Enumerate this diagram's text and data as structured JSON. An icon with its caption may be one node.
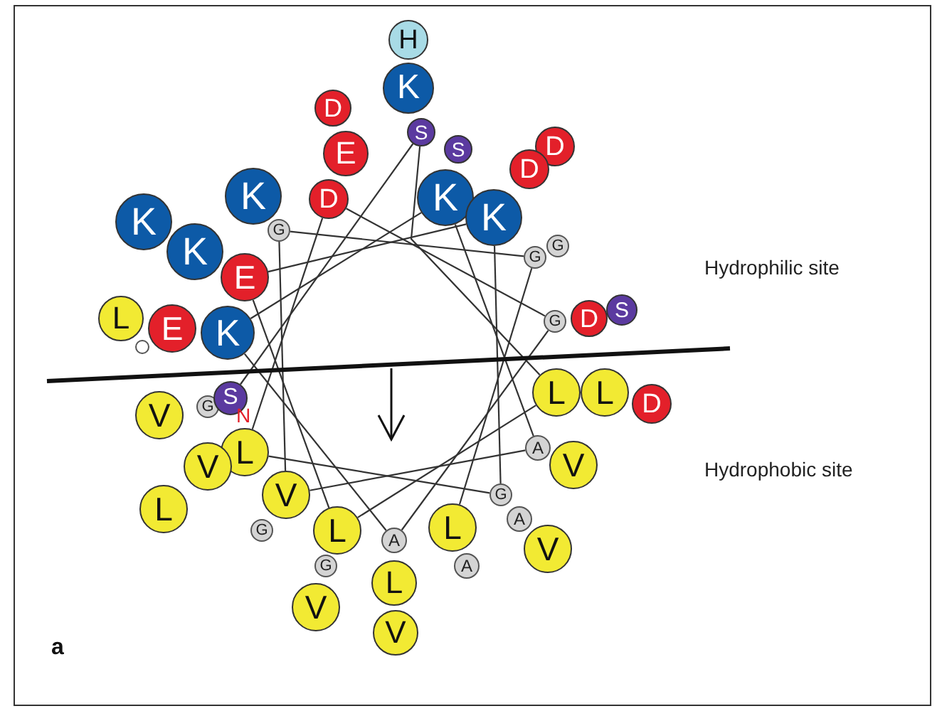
{
  "diagram": {
    "nodes": [
      {
        "text": [
          "H"
        ]
      },
      {
        "text": [
          "K"
        ]
      },
      {
        "text": [
          "S"
        ]
      },
      {
        "text": [
          "D"
        ]
      },
      {
        "text": [
          "E"
        ]
      },
      {
        "text": [
          "D"
        ]
      },
      {
        "text": [
          "K"
        ]
      },
      {
        "text": [
          "G"
        ]
      },
      {
        "text": [
          "K"
        ]
      },
      {
        "text": [
          "K"
        ]
      },
      {
        "text": [
          "E"
        ]
      },
      {
        "text": [
          "L"
        ]
      },
      {
        "text": [],
        "shape": "circle"
      },
      {
        "text": [
          "E"
        ]
      },
      {
        "text": [
          "K"
        ]
      },
      {
        "text": [
          "S"
        ]
      },
      {
        "text": [
          "K"
        ]
      },
      {
        "text": [
          "D"
        ]
      },
      {
        "text": [
          "D"
        ]
      },
      {
        "text": [
          "K"
        ]
      },
      {
        "text": [
          "G"
        ]
      },
      {
        "text": [
          "G"
        ]
      },
      {
        "text": [
          "G"
        ]
      },
      {
        "text": [
          "D"
        ]
      },
      {
        "text": [
          "S"
        ]
      },
      {
        "text": [
          "V"
        ]
      },
      {
        "text": [
          "G"
        ]
      },
      {
        "text": [
          "S"
        ]
      },
      {
        "text": [
          "L"
        ]
      },
      {
        "text": [
          "V"
        ]
      },
      {
        "text": [
          "L"
        ]
      },
      {
        "text": [
          "V"
        ]
      },
      {
        "text": [
          "G"
        ]
      },
      {
        "text": [
          "L"
        ]
      },
      {
        "text": [
          "G"
        ]
      },
      {
        "text": [
          "V"
        ]
      },
      {
        "text": [
          "A"
        ]
      },
      {
        "text": [
          "L"
        ]
      },
      {
        "text": [
          "V"
        ]
      },
      {
        "text": [
          "L"
        ]
      },
      {
        "text": [
          "A"
        ]
      },
      {
        "text": [
          "G"
        ]
      },
      {
        "text": [
          "A"
        ]
      },
      {
        "text": [
          "V"
        ]
      },
      {
        "text": [
          "A"
        ]
      },
      {
        "text": [
          "V"
        ]
      },
      {
        "text": [
          "L"
        ]
      },
      {
        "text": [
          "L"
        ]
      },
      {
        "text": [
          "D"
        ]
      }
    ],
    "edges": [
      {
        "from": 27,
        "to": 2,
        "arrow": "none"
      },
      {
        "from": 2,
        "to": 46,
        "arrow": "none"
      },
      {
        "from": 46,
        "to": 33,
        "arrow": "none"
      },
      {
        "from": 33,
        "to": 10,
        "arrow": "none"
      },
      {
        "from": 10,
        "to": 19,
        "arrow": "none"
      },
      {
        "from": 19,
        "to": 41,
        "arrow": "none"
      },
      {
        "from": 41,
        "to": 28,
        "arrow": "none"
      },
      {
        "from": 28,
        "to": 5,
        "arrow": "none"
      },
      {
        "from": 5,
        "to": 22,
        "arrow": "none"
      },
      {
        "from": 22,
        "to": 36,
        "arrow": "none"
      },
      {
        "from": 36,
        "to": 14,
        "arrow": "none"
      },
      {
        "from": 14,
        "to": 16,
        "arrow": "none"
      },
      {
        "from": 16,
        "to": 44,
        "arrow": "none"
      },
      {
        "from": 44,
        "to": 31,
        "arrow": "none"
      },
      {
        "from": 31,
        "to": 7,
        "arrow": "none"
      },
      {
        "from": 7,
        "to": 21,
        "arrow": "none"
      },
      {
        "from": 21,
        "to": 39,
        "arrow": "none"
      }
    ],
    "labels": [
      "Hydrophilic site",
      "N",
      "Hydrophobic site",
      "a"
    ]
  }
}
